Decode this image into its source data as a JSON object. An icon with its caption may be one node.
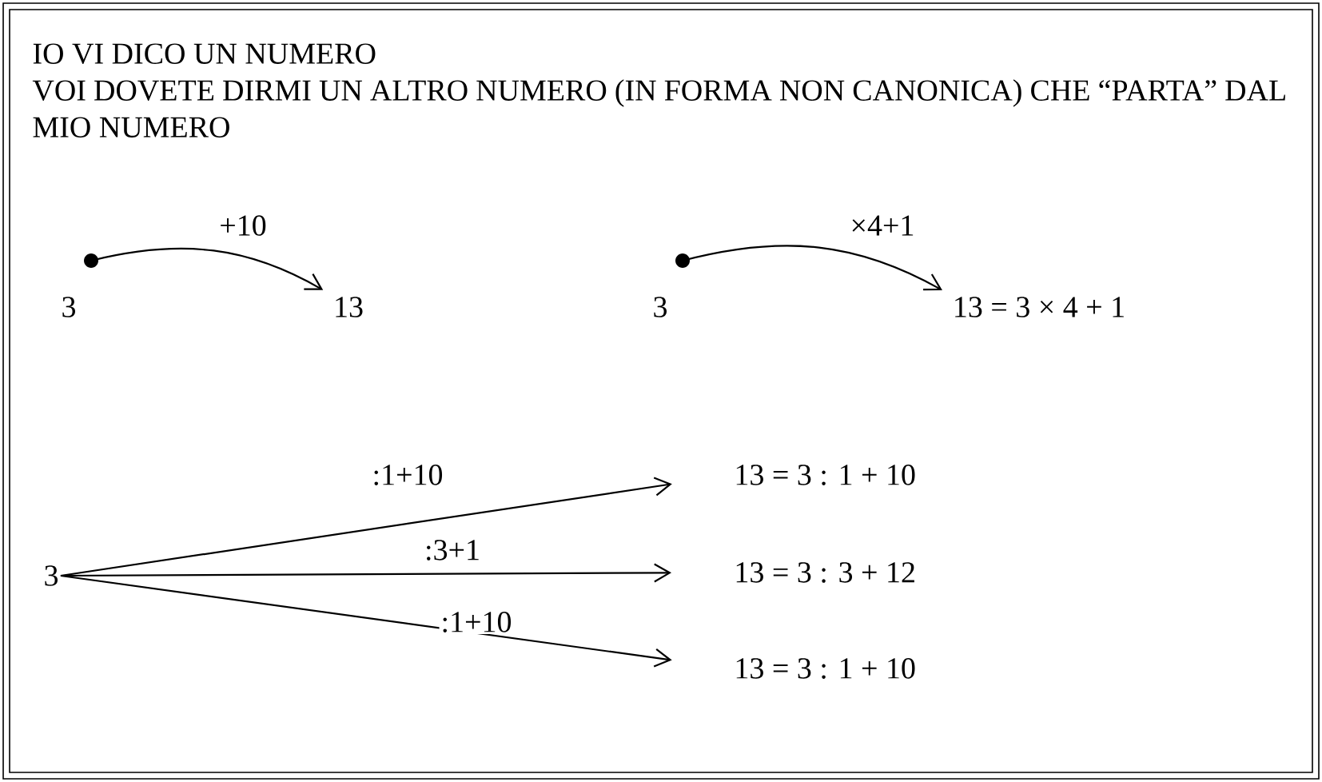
{
  "diagram": {
    "nodes": [
      {
        "text": [],
        "shape": "circle",
        "beside": [
          "3"
        ]
      },
      {
        "text": [
          "13"
        ]
      },
      {
        "text": [],
        "shape": "circle",
        "beside": [
          "3"
        ]
      },
      {
        "text": [
          "13 = 3 × 4 + 1"
        ]
      },
      {
        "text": [
          "3"
        ]
      },
      {
        "text": [
          "13 = 3 : 1 + 10"
        ]
      },
      {
        "text": [
          "13 = 3 : 3 + 12"
        ]
      },
      {
        "text": [
          "13 = 3 : 1 + 10"
        ]
      }
    ],
    "edges": [
      {
        "from": 0,
        "to": 1,
        "arrow": "to",
        "label": "+10"
      },
      {
        "from": 2,
        "to": 3,
        "arrow": "to",
        "label": "×4+1"
      },
      {
        "from": 4,
        "to": 5,
        "arrow": "to",
        "label": ":1+10"
      },
      {
        "from": 4,
        "to": 6,
        "arrow": "to",
        "label": ":3+1"
      },
      {
        "from": 4,
        "to": 7,
        "arrow": "to",
        "label": ":1+10"
      }
    ],
    "labels": [
      "IO VI DICO UN NUMERO",
      "VOI DOVETE DIRMI UN ALTRO NUMERO (IN FORMA NON CANONICA) CHE “PARTA” DAL MIO NUMERO"
    ]
  }
}
